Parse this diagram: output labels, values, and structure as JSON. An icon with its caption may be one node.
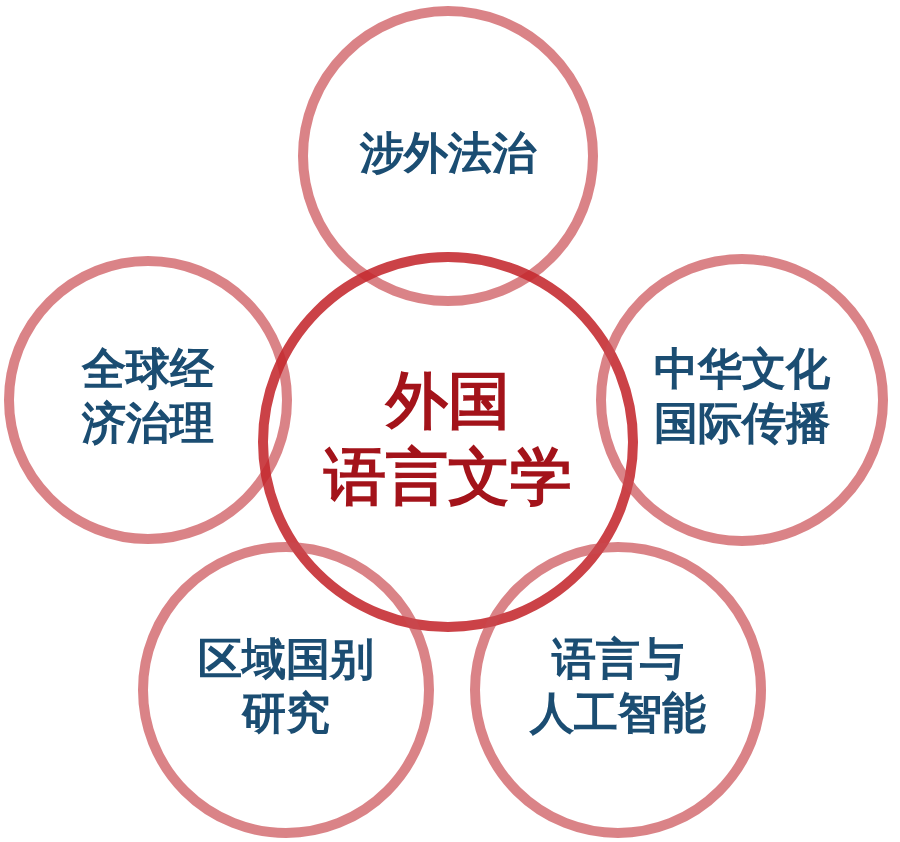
{
  "diagram": {
    "nodes": [
      {
        "text": [
          "涉外法治"
        ]
      },
      {
        "text": [
          "全球经济治理"
        ]
      },
      {
        "text": [
          "外国语言文学"
        ]
      },
      {
        "text": [
          "中华文化国际传播"
        ]
      },
      {
        "text": [
          "区域国别研究"
        ]
      },
      {
        "text": [
          "语言与人工智能"
        ]
      }
    ]
  }
}
